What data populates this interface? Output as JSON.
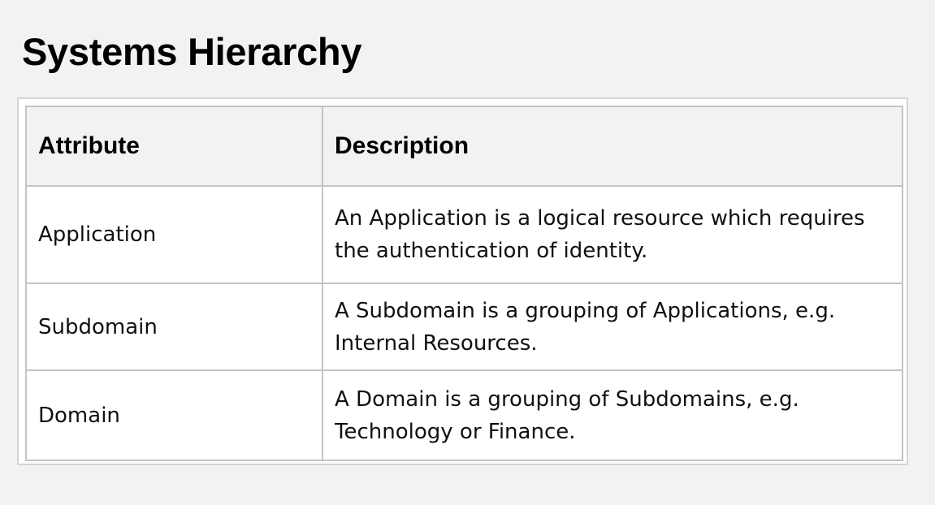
{
  "title": "Systems Hierarchy",
  "table": {
    "headers": [
      "Attribute",
      "Description"
    ],
    "rows": [
      {
        "attribute": "Application",
        "description": "An Application is a logical resource which requires the authentication of identity."
      },
      {
        "attribute": "Subdomain",
        "description": "A Subdomain is a grouping of Applications, e.g. Internal Resources."
      },
      {
        "attribute": "Domain",
        "description": "A Domain is a grouping of Subdomains, e.g. Technology or Finance."
      }
    ]
  }
}
